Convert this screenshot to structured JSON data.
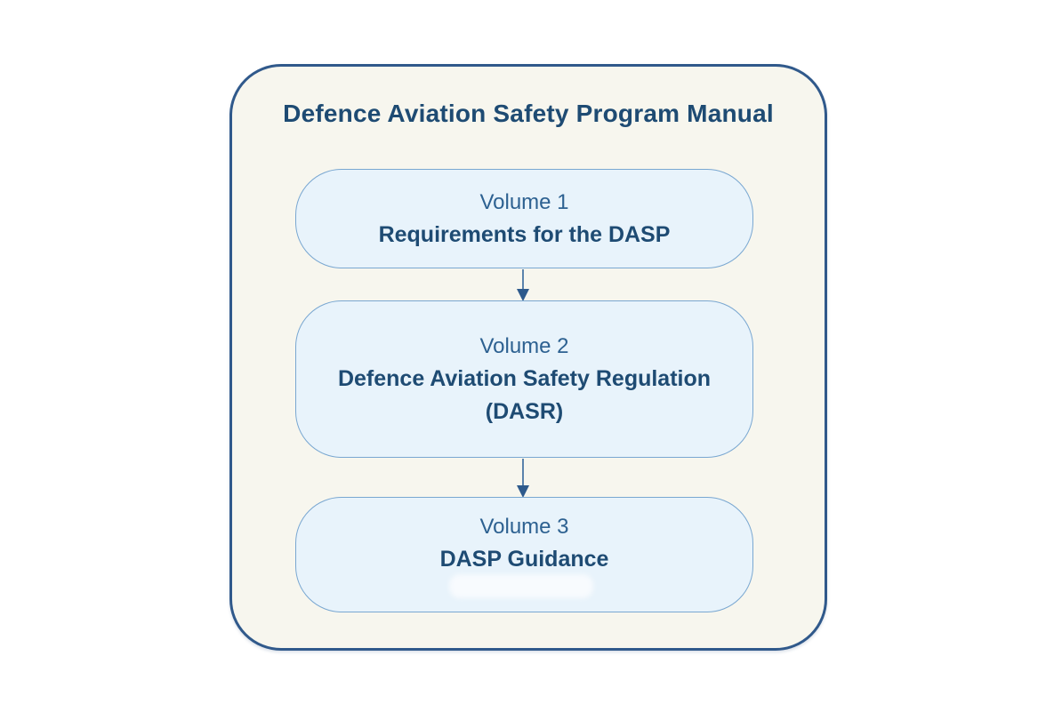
{
  "title": "Defence Aviation Safety Program Manual",
  "volumes": [
    {
      "label": "Volume 1",
      "line1": "Requirements for the DASP"
    },
    {
      "label": "Volume 2",
      "line1": "Defence Aviation Safety Regulation",
      "line2": "(DASR)"
    },
    {
      "label": "Volume 3",
      "line1": "DASP Guidance"
    }
  ],
  "colors": {
    "container_background": "#f7f6ee",
    "container_border": "#30598b",
    "box_background": "#e8f3fb",
    "box_border": "#79a7d1",
    "label_text": "#2d6191",
    "bold_text": "#1e4b73",
    "arrow": "#5b83ac",
    "arrowhead": "#2e5a8c"
  }
}
